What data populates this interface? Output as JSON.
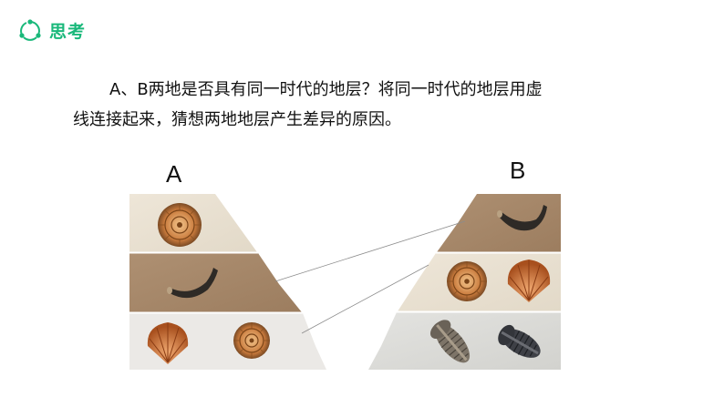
{
  "header": {
    "title": "思考",
    "icon": "cycle-icon",
    "accent_color": "#19b87a"
  },
  "question": {
    "line1": "A、B两地是否具有同一时代的地层？将同一时代的地层用虚",
    "line2": "线连接起来，猜想两地地层产生差异的原因。"
  },
  "diagram": {
    "site_a_label": "A",
    "site_b_label": "B",
    "site_a_layers": [
      {
        "layer": "top",
        "color": "#e8e0d2",
        "fossils": [
          "ammonite-icon"
        ]
      },
      {
        "layer": "middle",
        "color": "#a88a6c",
        "fossils": [
          "horn-coral-icon"
        ]
      },
      {
        "layer": "bottom",
        "color": "#ebe9e6",
        "fossils": [
          "scallop-shell-icon",
          "ammonite-icon"
        ]
      }
    ],
    "site_b_layers": [
      {
        "layer": "top",
        "color": "#a88a6c",
        "fossils": [
          "horn-coral-icon"
        ]
      },
      {
        "layer": "middle",
        "color": "#e8e0d2",
        "fossils": [
          "ammonite-icon",
          "scallop-shell-icon"
        ]
      },
      {
        "layer": "bottom",
        "color": "#dcdcd8",
        "fossils": [
          "trilobite-icon",
          "trilobite-icon"
        ]
      }
    ]
  }
}
